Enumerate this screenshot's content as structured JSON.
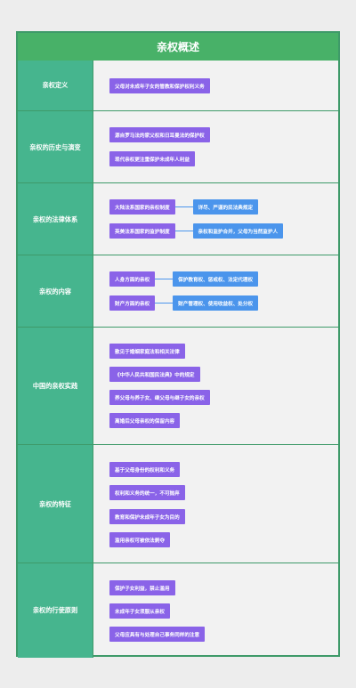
{
  "title": "亲权概述",
  "colors": {
    "header": "#48b168",
    "category_bg": "#46b58e",
    "border": "#3e9a69",
    "primary_pill": "#8a63e8",
    "secondary_pill": "#4b95ec"
  },
  "sections": [
    {
      "label": "亲权定义",
      "items": [
        {
          "text": "父母对未成年子女的管教和保护权利义务"
        }
      ]
    },
    {
      "label": "亲权的历史与演变",
      "items": [
        {
          "text": "源自罗马法的家父权和日耳曼法的保护权"
        },
        {
          "text": "现代亲权更注重保护未成年人利益"
        }
      ]
    },
    {
      "label": "亲权的法律体系",
      "items": [
        {
          "text": "大陆法系国家的亲权制度",
          "child": "详尽、严谨的民法典规定"
        },
        {
          "text": "英美法系国家的监护制度",
          "child": "亲权和监护合并，父母为当然监护人"
        }
      ]
    },
    {
      "label": "亲权的内容",
      "items": [
        {
          "text": "人身方面的亲权",
          "child": "保护教育权、惩戒权、法定代理权"
        },
        {
          "text": "财产方面的亲权",
          "child": "财产管理权、使用收益权、处分权"
        }
      ]
    },
    {
      "label": "中国的亲权实践",
      "items": [
        {
          "text": "散见于婚姻家庭法和相关法律"
        },
        {
          "text": "《中华人民共和国民法典》中的规定"
        },
        {
          "text": "养父母与养子女、继父母与继子女的亲权"
        },
        {
          "text": "离婚后父母亲权的保留内容"
        }
      ]
    },
    {
      "label": "亲权的特征",
      "items": [
        {
          "text": "基于父母身份的权利和义务"
        },
        {
          "text": "权利和义务的统一，不可抛弃"
        },
        {
          "text": "教育和保护未成年子女为目的"
        },
        {
          "text": "滥用亲权可被依法剥夺"
        }
      ]
    },
    {
      "label": "亲权的行使原则",
      "items": [
        {
          "text": "保护子女利益，禁止滥用"
        },
        {
          "text": "未成年子女须服从亲权"
        },
        {
          "text": "父母应具有与处理自己事务同样的注意"
        }
      ]
    }
  ]
}
